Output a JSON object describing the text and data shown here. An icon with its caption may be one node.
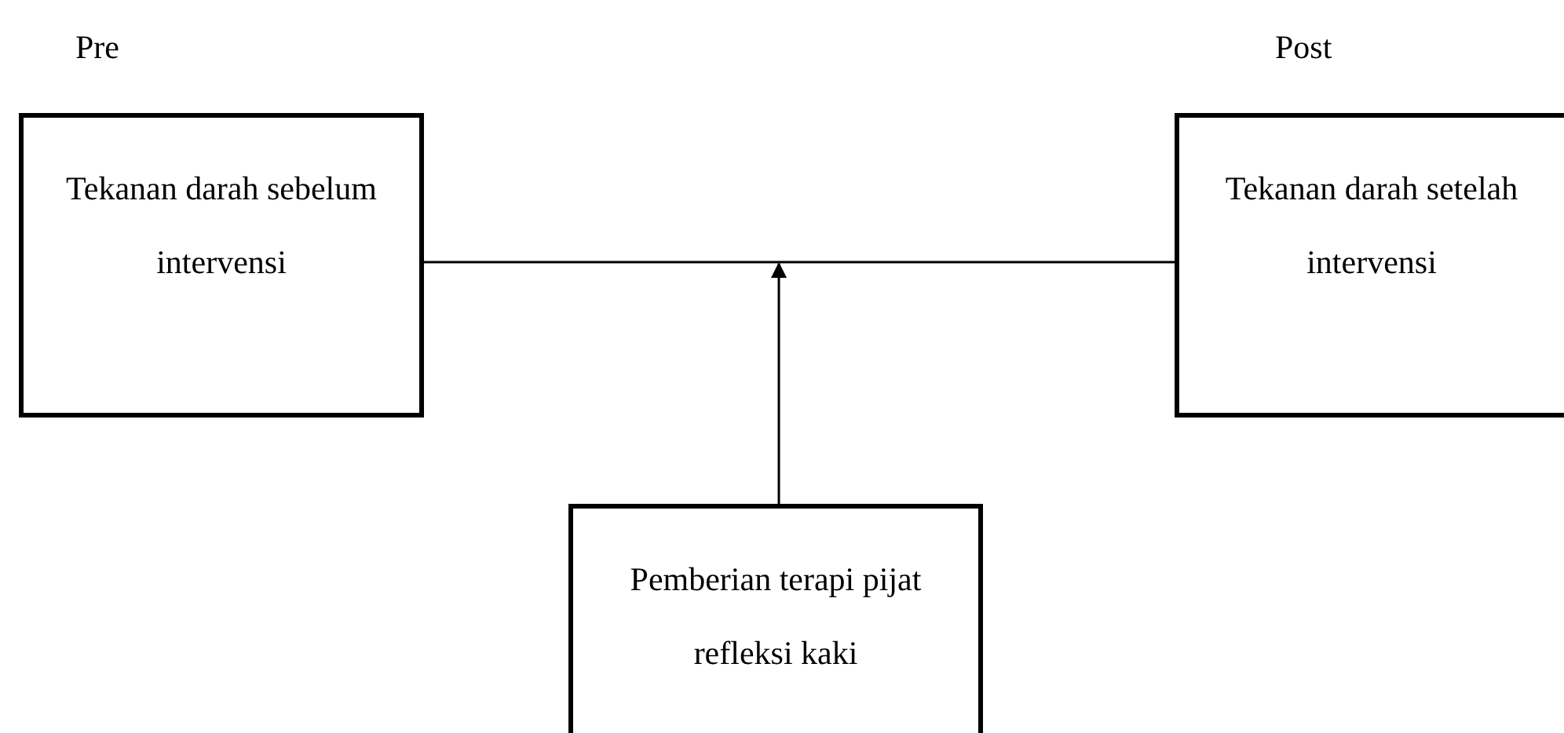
{
  "diagram": {
    "nodes": [
      {
        "text": [
          "Tekanan darah sebelum intervensi"
        ],
        "beside": [
          "Pre"
        ]
      },
      {
        "text": [
          "Tekanan darah setelah intervensi"
        ],
        "beside": [
          "Post"
        ]
      },
      {
        "text": [
          "Pemberian terapi pijat refleksi kaki"
        ]
      }
    ],
    "edges": [
      {
        "from": 0,
        "to": 1,
        "arrow": "none"
      },
      {
        "from": 2,
        "to": null,
        "arrow": "to"
      }
    ]
  }
}
